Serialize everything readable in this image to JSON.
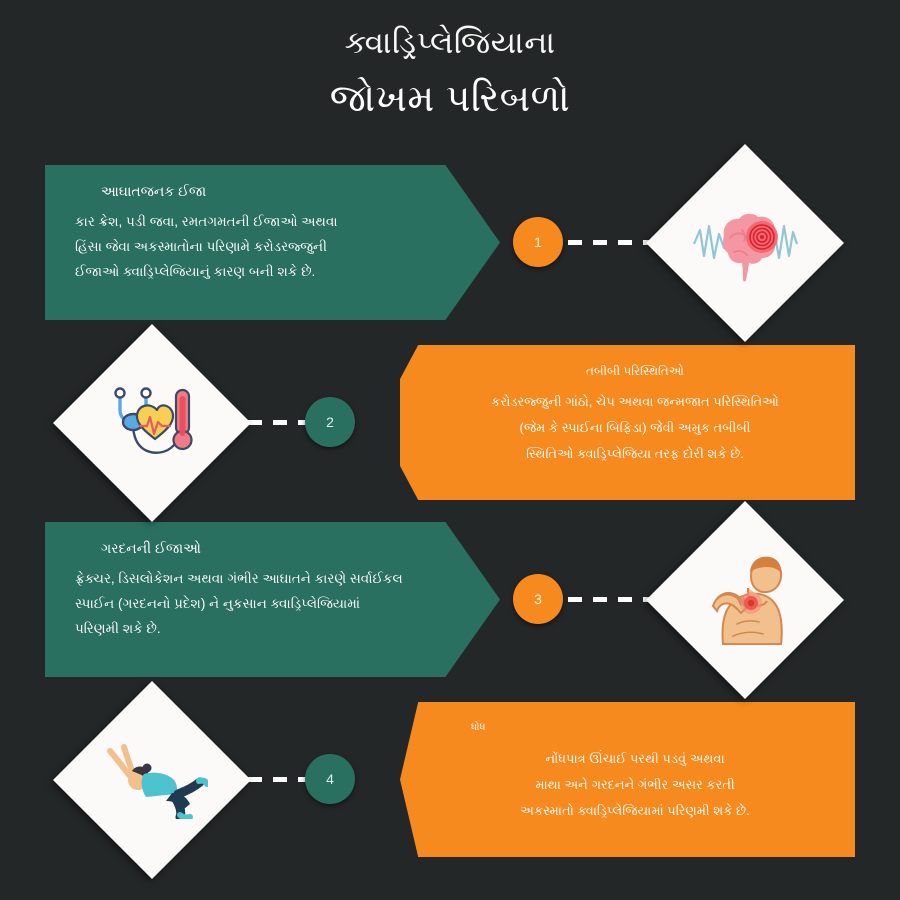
{
  "title": {
    "line1": "ક્વાડ્રિપ્લેજિયાના",
    "line2": "જોખમ પરિબળો"
  },
  "colors": {
    "background": "#242728",
    "teal": "#2a7060",
    "orange": "#f78a1e",
    "card_text": "#ffffff",
    "diamond_bg": "#fbfaf8",
    "dash": "#ffffff"
  },
  "steps": [
    {
      "number": "1",
      "side": "left",
      "card_color": "#2a7060",
      "circle_color": "#f78a1e",
      "heading": "આઘાતજનક ઈજા",
      "body_lines": [
        "કાર ક્રેશ, પડી જવા, રમતગમતની ઈજાઓ અથવા",
        "હિંસા જેવા અકસ્માતોના પરિણામે કરોડરજ્જુની",
        "ઈજાઓ ક્વાડ્રિપ્લેજિયાનું કારણ બની શકે છે."
      ],
      "icon": "brain-trauma-icon"
    },
    {
      "number": "2",
      "side": "right",
      "card_color": "#f78a1e",
      "circle_color": "#2a7060",
      "heading": "તબીબી પરિસ્થિતિઓ",
      "body_lines": [
        "કરોડરજ્જુની ગાંઠો, ચેપ અથવા જન્મજાત પરિસ્થિતિઓ",
        "(જેમ કે સ્પાઈના બિફિડા) જેવી અમુક તબીબી",
        "સ્થિતિઓ ક્વાડ્રિપ્લેજિયા તરફ દોરી શકે છે."
      ],
      "icon": "stethoscope-heart-thermometer-icon"
    },
    {
      "number": "3",
      "side": "left",
      "card_color": "#2a7060",
      "circle_color": "#f78a1e",
      "heading": "ગરદનની ઈજાઓ",
      "body_lines": [
        "ફ્રેક્ચર, ડિસલોકેશન અથવા ગંભીર આઘાતને કારણે સર્વાઈકલ",
        "સ્પાઈન (ગરદનનો પ્રદેશ) ને નુકસાન ક્વાડ્રિપ્લેજિયામાં",
        "પરિણમી શકે છે."
      ],
      "icon": "neck-pain-icon"
    },
    {
      "number": "4",
      "side": "right",
      "card_color": "#f78a1e",
      "circle_color": "#2a7060",
      "heading": "ધોધ",
      "body_lines": [
        "નોંધપાત્ર ઊંચાઈ પરથી પડવું અથવા",
        "માથા અને ગરદનને ગંભીર અસર કરતી",
        "અકસ્માતો ક્વાડ્રિપ્લેજિયામાં પરિણમી શકે છે."
      ],
      "icon": "person-falling-icon"
    }
  ]
}
